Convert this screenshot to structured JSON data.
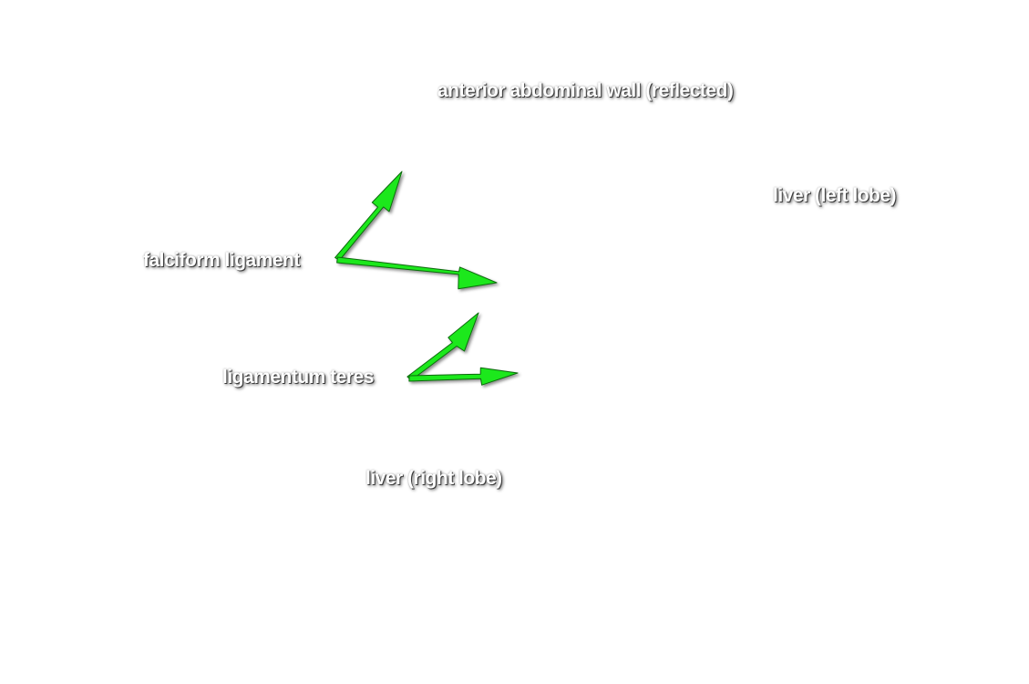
{
  "labels": {
    "anterior_wall": "anterior abdominal wall (reflected)",
    "liver_left_lobe": "liver (left lobe)",
    "falciform_ligament": "falciform ligament",
    "ligamentum_teres": "ligamentum teres",
    "liver_right_lobe": "liver (right lobe)"
  },
  "colors": {
    "arrow": "#1ee81e",
    "arrow_outline": "#0a6a0a",
    "label_text": "#ffffff",
    "background": "#ffffff"
  }
}
